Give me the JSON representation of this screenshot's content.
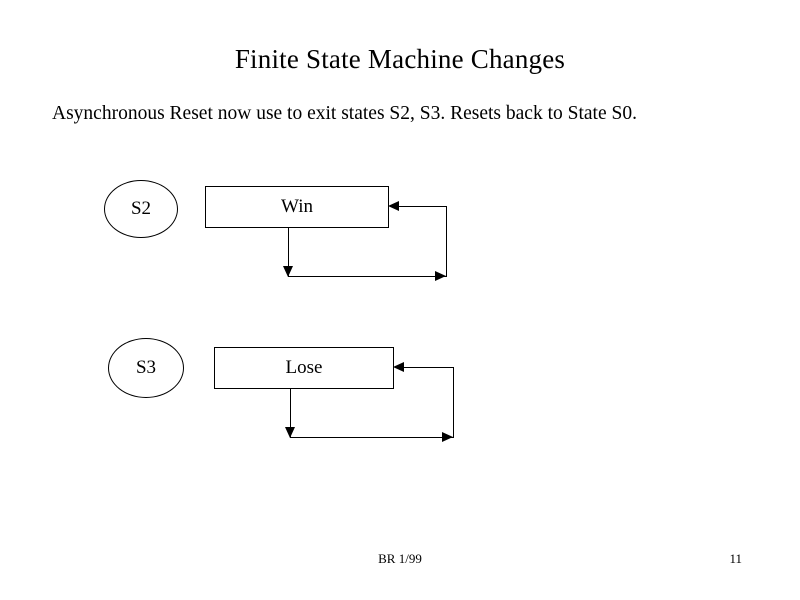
{
  "slide": {
    "title": "Finite State Machine Changes",
    "body": "Asynchronous Reset now use to exit states S2, S3. Resets back to State S0.",
    "diagram": {
      "nodes": [
        {
          "id": "s2",
          "label": "S2",
          "shape": "ellipse"
        },
        {
          "id": "win",
          "label": "Win",
          "shape": "rectangle"
        },
        {
          "id": "s3",
          "label": "S3",
          "shape": "ellipse"
        },
        {
          "id": "lose",
          "label": "Lose",
          "shape": "rectangle"
        }
      ]
    },
    "footer": {
      "center": "BR 1/99",
      "page_number": "11"
    }
  }
}
